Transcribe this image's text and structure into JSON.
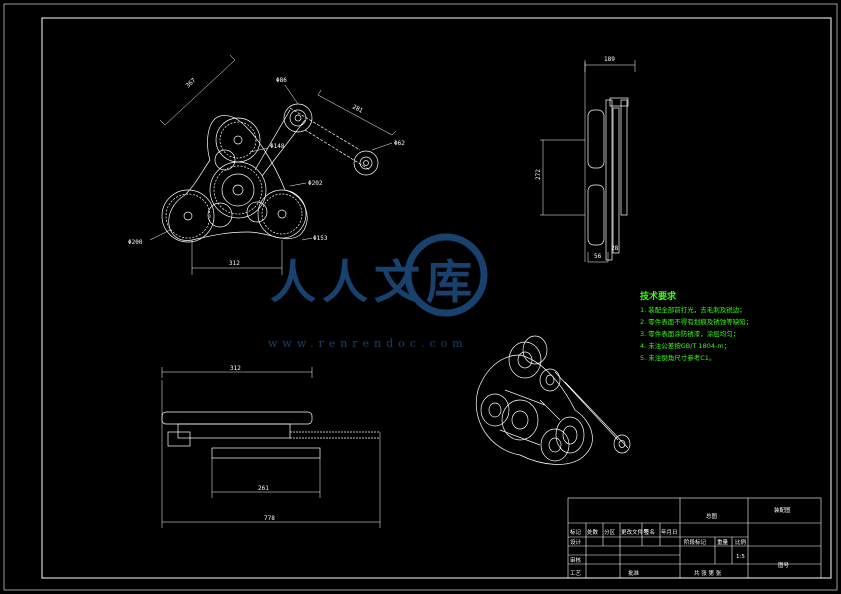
{
  "dimensions": {
    "top_view": {
      "diagonal": "367",
      "pulley_dia": "Φ86",
      "arm_len": "281",
      "end_dia": "Φ62",
      "gear_left": "Φ148",
      "gear_center": "Φ202",
      "gear_right": "Φ153",
      "gear_outer": "Φ200",
      "width": "312"
    },
    "side_view": {
      "top_width": "189",
      "height": "272",
      "base_a": "56",
      "base_b": "28"
    },
    "front_view": {
      "top": "312",
      "mid": "261",
      "bottom": "778"
    }
  },
  "notes": {
    "title": "技术要求",
    "items": [
      "1. 装配全部前打光，去毛刺及锐边；",
      "2. 零件表面不得有划痕及锈蚀等缺陷；",
      "3. 零件表面涂防锈漆，涂层均匀；",
      "4. 未注公差按GB/T 1804-m；",
      "5. 未注倒角尺寸参考C1。"
    ]
  },
  "title_block": {
    "header_cells": [
      "标记",
      "处数",
      "分区",
      "更改文件号",
      "签名",
      "年月日"
    ],
    "rows": [
      "设计",
      "审核",
      "工艺"
    ],
    "scale_label": "比例",
    "scale_value": "1:5",
    "weight_label": "重量",
    "stage_label": "阶段标记",
    "sheet_text": "共 张 第 张",
    "approve": "批准",
    "name": "总图",
    "drawing_no": "装配图",
    "company": "图号"
  },
  "watermark": {
    "brand": "人人文库",
    "url": "www.renrendoc.com"
  }
}
